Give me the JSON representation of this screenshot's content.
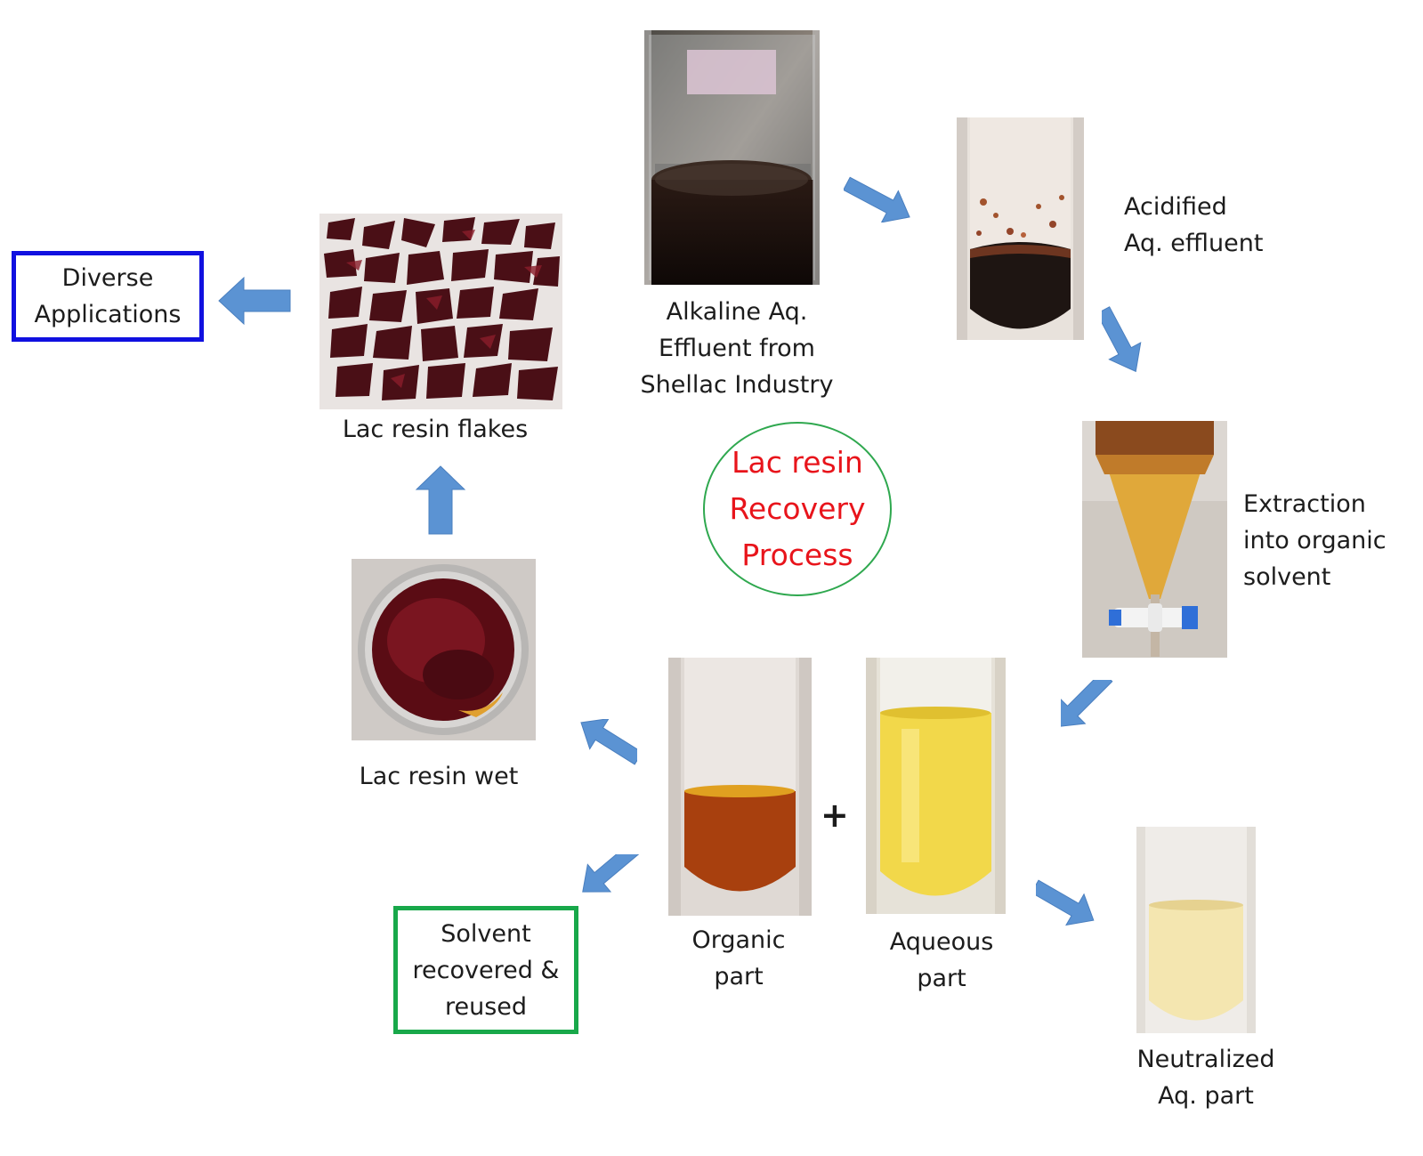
{
  "title": {
    "lines": [
      "Lac resin",
      "Recovery",
      "Process"
    ],
    "color": "#e8141b",
    "border_color": "#2fa84f"
  },
  "boxes": {
    "diverse": {
      "lines": [
        "Diverse",
        "Applications"
      ],
      "border_color": "#1010e0"
    },
    "solvent": {
      "lines": [
        "Solvent",
        "recovered &",
        "reused"
      ],
      "border_color": "#18a84a"
    }
  },
  "labels": {
    "alkaline": [
      "Alkaline Aq.",
      "Effluent from",
      "Shellac Industry"
    ],
    "acidified": [
      "Acidified",
      "Aq. effluent"
    ],
    "extraction": [
      "Extraction",
      "into organic",
      "solvent"
    ],
    "flakes": [
      "Lac resin flakes"
    ],
    "wet": [
      "Lac resin wet"
    ],
    "organic": [
      "Organic",
      "part"
    ],
    "aqueous": [
      "Aqueous",
      "part"
    ],
    "neutralized": [
      "Neutralized",
      "Aq. part"
    ]
  },
  "plus_sign": "+",
  "colors": {
    "arrow": "#5b93d3",
    "arrow_outline": "#4a7fbf"
  },
  "icons": {
    "alkaline_photo": "beaker-dark-effluent-photo",
    "acidified_photo": "test-tube-acidified-photo",
    "extraction_photo": "separating-funnel-photo",
    "flakes_photo": "lac-resin-flakes-photo",
    "wet_photo": "lac-resin-wet-foil-photo",
    "organic_photo": "test-tube-organic-photo",
    "aqueous_photo": "test-tube-aqueous-photo",
    "neutralized_photo": "test-tube-neutralized-photo"
  }
}
